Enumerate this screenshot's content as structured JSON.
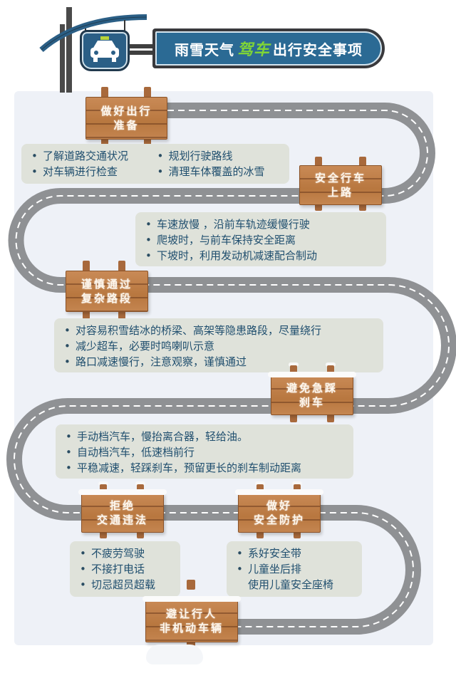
{
  "header": {
    "icon": "taxi-car-icon",
    "title_part1": "雨雪天气",
    "title_accent": "驾车",
    "title_part2": "出行安全事项"
  },
  "colors": {
    "title_bg": "#2b6a94",
    "title_accent": "#7fd437",
    "road": "#8f9194",
    "road_dash": "#ffffff",
    "sign_wood": "#c07f48",
    "textbox_bg": "#dfe2da",
    "text": "#1f4e6e",
    "panel_bg": "#eef1f7"
  },
  "steps": [
    {
      "sign": [
        "做好出行",
        "准备"
      ],
      "items": [
        "了解道路交通状况",
        "规划行驶路线",
        "对车辆进行检查",
        "清理车体覆盖的冰雪"
      ]
    },
    {
      "sign": [
        "安全行车",
        "上路"
      ],
      "items": [
        "车速放慢 ，沿前车轨迹缓慢行驶",
        "爬坡时，与前车保持安全距离",
        "下坡时，利用发动机减速配合制动"
      ]
    },
    {
      "sign": [
        "谨慎通过",
        "复杂路段"
      ],
      "items": [
        "对容易积雪结冰的桥梁、高架等隐患路段，尽量绕行",
        "减少超车，必要时鸣喇叭示意",
        "路口减速慢行，注意观察，谨慎通过"
      ]
    },
    {
      "sign": [
        "避免急踩",
        "刹车"
      ],
      "items": [
        "手动档汽车，慢抬离合器，轻给油。",
        "自动档汽车，低速档前行",
        "平稳减速，轻踩刹车，预留更长的刹车制动距离"
      ]
    },
    {
      "sign": [
        "拒绝",
        "交通违法"
      ],
      "items": [
        "不疲劳驾驶",
        "不接打电话",
        "切忌超员超载"
      ]
    },
    {
      "sign": [
        "做好",
        "安全防护"
      ],
      "items": [
        "系好安全带",
        "儿童坐后排"
      ],
      "continuation": "使用儿童安全座椅"
    },
    {
      "sign": [
        "避让行人",
        "非机动车辆"
      ],
      "items": []
    }
  ]
}
